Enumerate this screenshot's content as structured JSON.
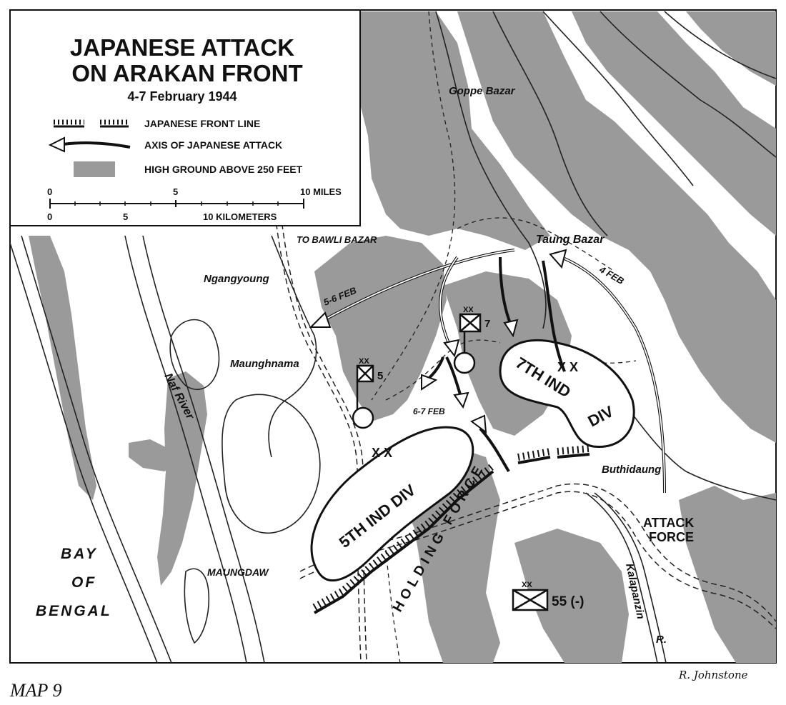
{
  "title": {
    "line1": "JAPANESE ATTACK",
    "line2": "ON ARAKAN FRONT",
    "dates": "4-7 February 1944"
  },
  "legend": {
    "front_line": "JAPANESE FRONT LINE",
    "attack_axis": "AXIS OF JAPANESE ATTACK",
    "high_ground": "HIGH GROUND ABOVE 250 FEET",
    "high_ground_color": "#9a9a9a"
  },
  "scale": {
    "miles_ticks": [
      "0",
      "5",
      "10 MILES"
    ],
    "km_ticks": [
      "0",
      "5",
      "10 KILOMETERS"
    ]
  },
  "places": {
    "goppe_bazar": "Goppe Bazar",
    "to_bawli_bazar": "TO BAWLI BAZAR",
    "taung_bazar": "Taung Bazar",
    "ngangyoung": "Ngangyoung",
    "maunghnama": "Maunghnama",
    "buthidaung": "Buthidaung",
    "maungdaw": "MAUNGDAW",
    "naf_river": "Naf River",
    "kalapanzin": "Kalapanzin",
    "kalapanzin_r": "R.",
    "bay_line1": "BAY",
    "bay_line2": "OF",
    "bay_line3": "BENGAL"
  },
  "dates_on_map": {
    "feb_4": "4 FEB",
    "feb_5_6": "5-6 FEB",
    "feb_6_7": "6-7 FEB"
  },
  "units": {
    "fifth_div": "5TH IND DIV",
    "seventh_div_a": "7TH IND",
    "seventh_div_b": "DIV",
    "hq5_echelon": "XX",
    "hq5_num": "5",
    "hq7_echelon": "XX",
    "hq7_num": "7",
    "jap55_echelon": "XX",
    "jap55_num": "55 (-)",
    "boundary_7": "X X",
    "boundary_5": "X X"
  },
  "forces": {
    "holding": "HOLDING FORCE",
    "attack_line1": "ATTACK",
    "attack_line2": "FORCE"
  },
  "footer": {
    "map_number": "MAP 9",
    "credit": "R. Johnstone"
  }
}
